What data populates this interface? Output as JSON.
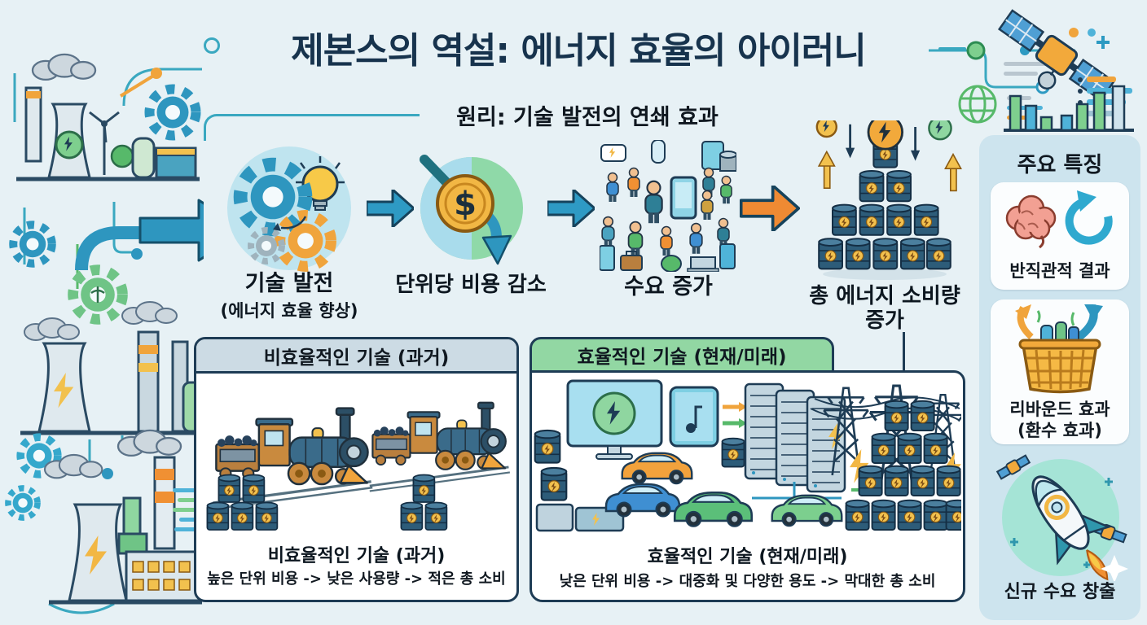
{
  "title": {
    "text": "제본스의 역설: 에너지 효율의 아이러니"
  },
  "subtitle": {
    "text": "원리: 기술 발전의 연쇄 효과"
  },
  "flow": {
    "steps": [
      {
        "label": "기술 발전",
        "sublabel": "(에너지 효율 향상)",
        "icon": "gears-lightbulb-icon"
      },
      {
        "label": "단위당 비용 감소",
        "icon": "coin-cost-down-icon"
      },
      {
        "label": "수요 증가",
        "icon": "crowd-devices-icon"
      },
      {
        "label": "총 에너지 소비량",
        "label2": "증가",
        "icon": "energy-barrel-stack-icon"
      }
    ],
    "arrow_color": "#2e9ac4",
    "final_arrow_color": "#ef8a33"
  },
  "panels": {
    "past": {
      "header": "비효율적인 기술 (과거)",
      "caption_title": "비효율적인 기술 (과거)",
      "caption_text": "높은 단위 비용 -> 낮은 사용량 -> 적은 총 소비",
      "header_color": "#ccdbe4",
      "illustration": "steam-locomotives-with-oil-barrels"
    },
    "future": {
      "header": "효율적인 기술 (현재/미래)",
      "caption_title": "효율적인 기술 (현재/미래)",
      "caption_text": "낮은 단위 비용 -> 대중화 및 다양한 용도 -> 막대한 총 소비",
      "header_color": "#92d7a3",
      "illustration": "screens-servers-powerlines-evs-oil-barrels"
    }
  },
  "sidebar": {
    "title": "주요 특징",
    "items": [
      {
        "label": "반직관적 결과",
        "icon": "brain-cycle-icon"
      },
      {
        "label": "리바운드 효과",
        "label2": "(환수 효과)",
        "icon": "rebound-basket-icon"
      },
      {
        "label": "신규 수요 창출",
        "icon": "rocket-launch-icon"
      }
    ],
    "bg_color": "#cde4ee"
  },
  "colors": {
    "background": "#e7f1f5",
    "title_text": "#17334d",
    "panel_border": "#1e3c55",
    "accent_teal": "#3aa8c0",
    "accent_orange": "#ef8a33",
    "accent_green": "#7ecf8e",
    "barrel_navy": "#2d5c79",
    "coin_gold": "#f2b744"
  }
}
